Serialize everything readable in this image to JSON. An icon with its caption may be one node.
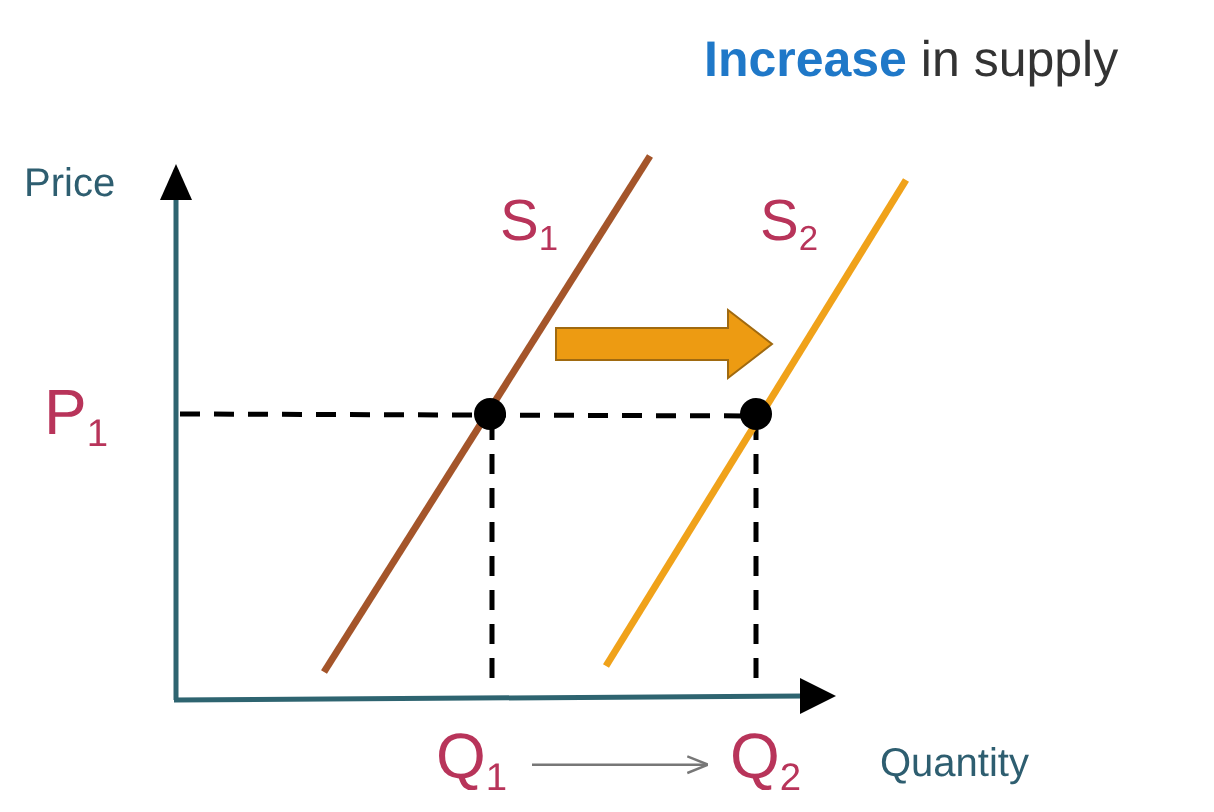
{
  "diagram": {
    "title": "**Increase** in supply",
    "nodes": [
      {
        "text": [
          "Q$_{1}$"
        ]
      },
      {
        "text": [
          "Q$_{2}$"
        ]
      }
    ],
    "edges": [
      {
        "from": 0,
        "to": 1,
        "arrow": "to"
      }
    ],
    "labels": [
      "Price",
      "S$_{1}$",
      "S$_{2}$",
      "P$_{1}$",
      "Quantity"
    ]
  }
}
